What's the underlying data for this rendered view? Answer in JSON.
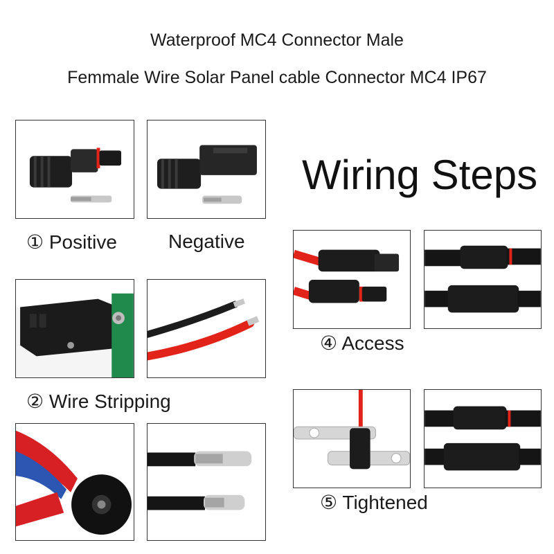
{
  "title": {
    "line1": "Waterproof MC4 Connector Male",
    "line2": "Femmale Wire Solar Panel cable Connector MC4 IP67"
  },
  "heading": "Wiring Steps",
  "captions": {
    "positive": "① Positive",
    "negative": "Negative",
    "stripping": "② Wire Stripping",
    "access": "④ Access",
    "tightened": "⑤ Tightened"
  },
  "colors": {
    "wire_red": "#e2231a",
    "connector_black": "#1c1c1c",
    "tool_green": "#1f8a4c",
    "handle_red": "#d62024",
    "handle_blue": "#2d56b3"
  }
}
